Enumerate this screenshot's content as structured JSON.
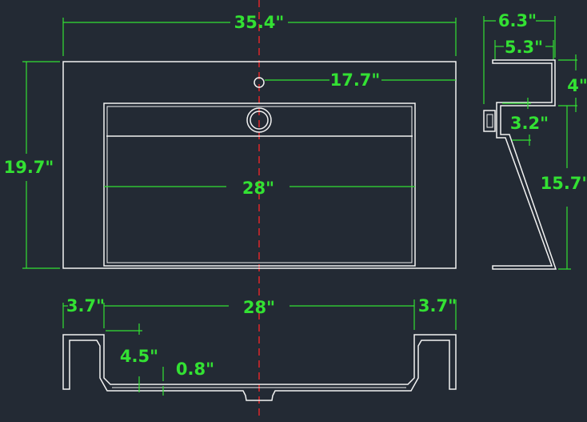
{
  "colors": {
    "background": "#232a34",
    "outline": "#f2f2f2",
    "dimension": "#33e133",
    "centerline": "#e0262a"
  },
  "top_view": {
    "overall_width": "35.4\"",
    "overall_depth": "19.7\"",
    "faucet_offset": "17.7\"",
    "basin_width": "28\""
  },
  "side_view": {
    "top_depth": "6.3\"",
    "inner_depth": "5.3\"",
    "rim_height": "4\"",
    "drop": "3.2\"",
    "leg_height": "15.7\""
  },
  "front_view": {
    "left_deck": "3.7\"",
    "basin_width": "28\"",
    "right_deck": "3.7\"",
    "basin_depth": "4.5\"",
    "wall_thickness": "0.8\""
  }
}
